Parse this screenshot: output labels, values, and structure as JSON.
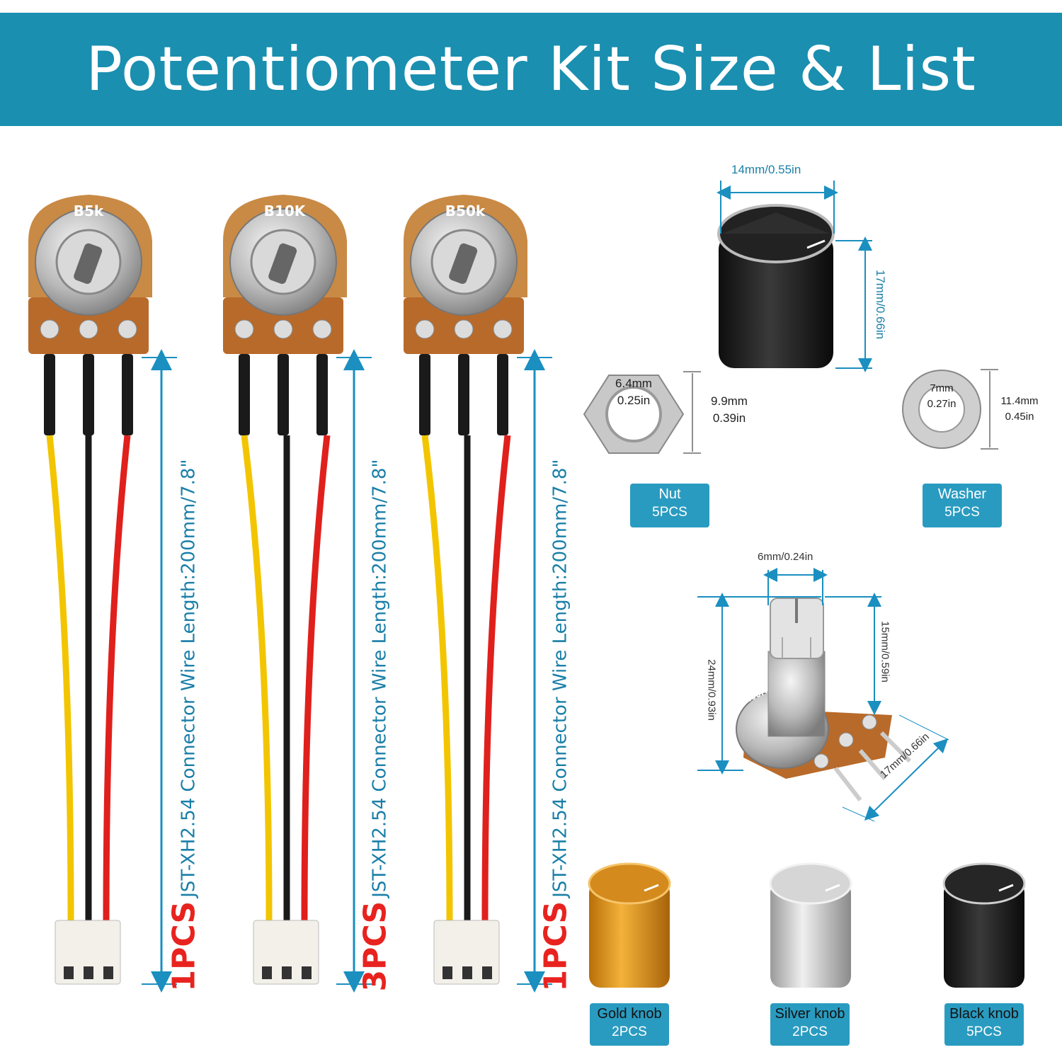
{
  "header": {
    "title": "Potentiometer Kit Size & List"
  },
  "pots": [
    {
      "label": "B5k",
      "quantity": "1PCS",
      "wire_text": "JST-XH2.54 Connector Wire Length:200mm/7.8\""
    },
    {
      "label": "B10K",
      "quantity": "3PCS",
      "wire_text": "JST-XH2.54 Connector Wire Length:200mm/7.8\""
    },
    {
      "label": "B50k",
      "quantity": "1PCS",
      "wire_text": "JST-XH2.54 Connector Wire Length:200mm/7.8\""
    }
  ],
  "knob_dims": {
    "width": "14mm/0.55in",
    "height": "17mm/0.66in"
  },
  "nut": {
    "inner_1": "6.4mm",
    "inner_2": "0.25in",
    "outer_1": "9.9mm",
    "outer_2": "0.39in",
    "name": "Nut",
    "qty": "5PCS"
  },
  "washer": {
    "inner_1": "7mm",
    "inner_2": "0.27in",
    "outer_1": "11.4mm",
    "outer_2": "0.45in",
    "name": "Washer",
    "qty": "5PCS"
  },
  "pot_dims": {
    "shaft_width": "6mm/0.24in",
    "shaft_length": "15mm/0.59in",
    "total_height": "24mm/0.93in",
    "body_width": "17mm/0.66in",
    "body_label": "B100K"
  },
  "knobs": [
    {
      "name": "Gold knob",
      "qty": "2PCS"
    },
    {
      "name": "Silver knob",
      "qty": "2PCS"
    },
    {
      "name": "Black knob",
      "qty": "5PCS"
    }
  ],
  "colors": {
    "banner": "#1a8fb0",
    "accent_blue": "#1a7fa8",
    "quantity_red": "#e8231f",
    "wire_yellow": "#f2c500",
    "wire_black": "#1a1a1a",
    "wire_red": "#e0201c",
    "board_brown": "#b86a2a",
    "gold_knob": "#e39a1a"
  }
}
